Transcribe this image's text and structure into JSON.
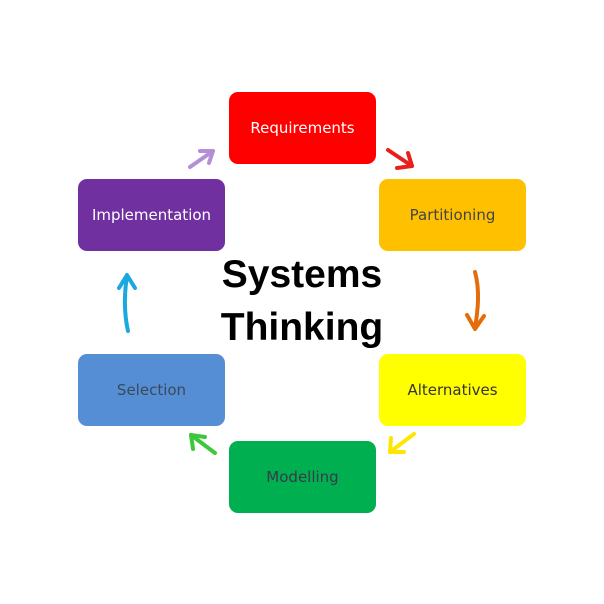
{
  "title": {
    "line1": "Systems",
    "line2": "Thinking"
  },
  "nodes": {
    "requirements": "Requirements",
    "partitioning": "Partitioning",
    "alternatives": "Alternatives",
    "modelling": "Modelling",
    "selection": "Selection",
    "implementation": "Implementation"
  },
  "colors": {
    "requirements": "#ff0000",
    "partitioning": "#ffc000",
    "alternatives": "#ffff00",
    "modelling": "#00b050",
    "selection": "#558ed5",
    "implementation": "#7030a0",
    "arrow_requirements_to_partitioning": "#e8201a",
    "arrow_partitioning_to_alternatives": "#e46c0a",
    "arrow_alternatives_to_modelling": "#ffe600",
    "arrow_modelling_to_selection": "#3cc83c",
    "arrow_selection_to_implementation": "#1aa8e0",
    "arrow_implementation_to_requirements": "#b28fd6"
  }
}
